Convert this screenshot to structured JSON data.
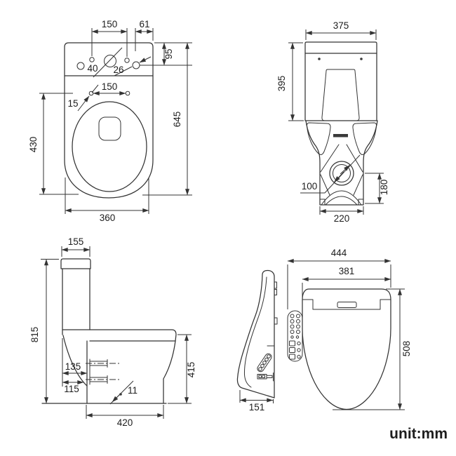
{
  "unit_label": "unit:mm",
  "top_view": {
    "hole_spacing": "150",
    "hole_offset": "61",
    "hole_depth": "95",
    "dia_large": "40",
    "dia_small": "26",
    "seat_hole_spacing": "150",
    "seat_hole_dia": "15",
    "bowl_length": "430",
    "total_depth": "645",
    "width": "360"
  },
  "back_view": {
    "tank_width": "375",
    "tank_height": "395",
    "drain_dia": "100",
    "drain_height": "180",
    "base_width": "220"
  },
  "side_view": {
    "tank_depth": "155",
    "total_height": "815",
    "upper_offset": "135",
    "lower_offset": "115",
    "floor_gap": "11",
    "footprint": "420",
    "bowl_height": "415"
  },
  "seat_view": {
    "total_width": "444",
    "seat_width": "381",
    "length": "508",
    "profile_depth": "151"
  },
  "colors": {
    "line": "#333333",
    "text": "#1d1d1d",
    "background": "#ffffff"
  }
}
